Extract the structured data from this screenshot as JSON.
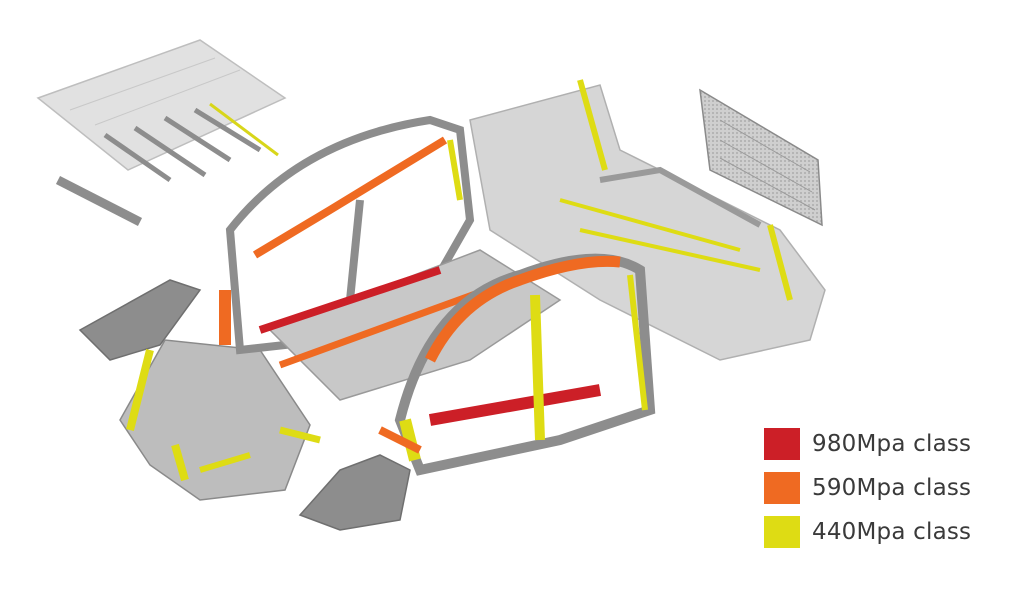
{
  "colors": {
    "background": "#ffffff",
    "body_gray": "#8a8a8a",
    "body_light": "#c4c4c4",
    "class_980": "#cc1f27",
    "class_590": "#ef6a22",
    "class_440": "#dedc14"
  },
  "legend": {
    "items": [
      {
        "label": "980Mpa class",
        "color": "#cc1f27"
      },
      {
        "label": "590Mpa class",
        "color": "#ef6a22"
      },
      {
        "label": "440Mpa class",
        "color": "#dedc14"
      }
    ]
  }
}
